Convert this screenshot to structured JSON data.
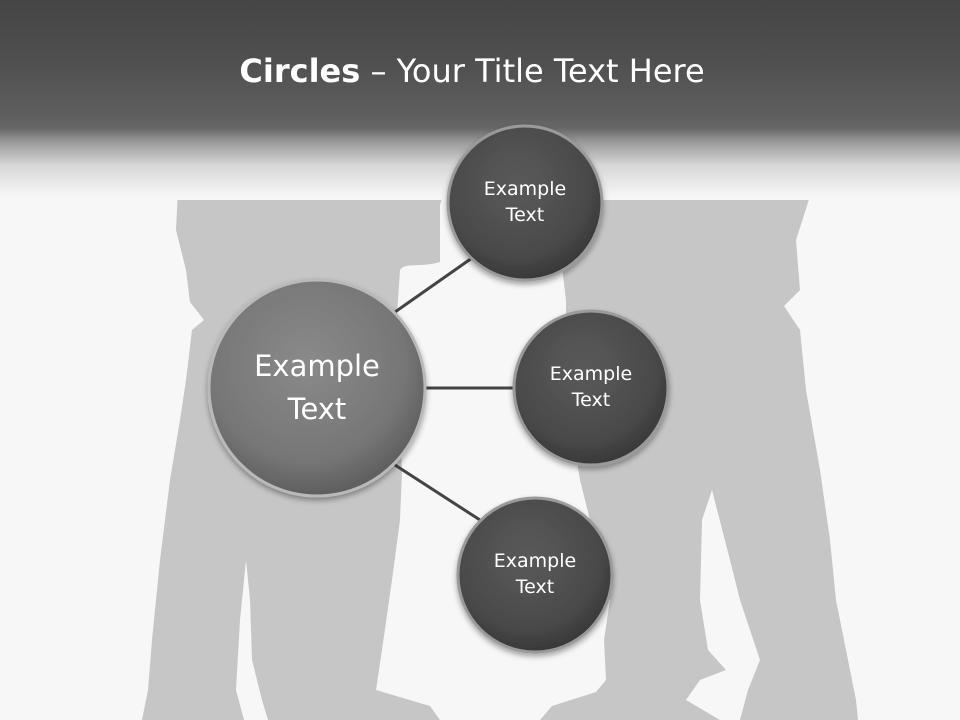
{
  "title": {
    "bold_part": "Circles",
    "separator": " – ",
    "rest": "Your Title Text Here"
  },
  "diagram": {
    "center": {
      "label": "Example\nText"
    },
    "satellites": [
      {
        "label": "Example\nText"
      },
      {
        "label": "Example\nText"
      },
      {
        "label": "Example\nText"
      }
    ]
  },
  "colors": {
    "header": "#4a4a4a",
    "background": "#f7f7f7",
    "silhouette": "#c6c6c6",
    "center_circle": "#7a7a7a",
    "satellite_circle": "#4c4c4c",
    "connector": "#444444",
    "text": "#ffffff"
  }
}
